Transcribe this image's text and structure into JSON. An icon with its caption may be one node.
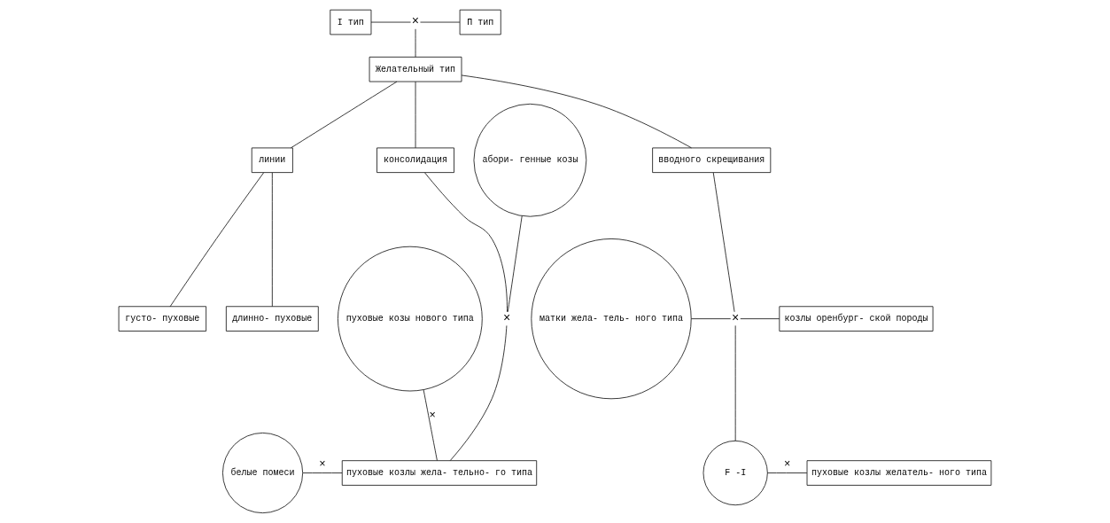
{
  "diagram": {
    "nodes": [
      {
        "text": [
          "I тип"
        ]
      },
      {
        "text": [
          "×"
        ]
      },
      {
        "text": [
          "П тип"
        ]
      },
      {
        "text": [
          "Желательный тип"
        ]
      },
      {
        "text": [
          "линии"
        ]
      },
      {
        "text": [
          "консолидация"
        ]
      },
      {
        "text": [
          "вводного скрещивания"
        ]
      },
      {
        "text": [
          "длинно- пуховые"
        ]
      },
      {
        "text": [
          "густо- пуховые"
        ]
      },
      {
        "text": [
          "абори- генные козы"
        ]
      },
      {
        "text": [
          "×"
        ]
      },
      {
        "text": [
          "матки жела- тель- ного типа"
        ]
      },
      {
        "text": [
          "×"
        ]
      },
      {
        "text": [
          "козлы оренбург- ской породы"
        ]
      },
      {
        "text": [
          "белые помеси"
        ]
      },
      {
        "text": [
          "пуховые козлы жела- тельно- го типа"
        ]
      },
      {
        "text": [
          "пуховые козы нового типа"
        ]
      },
      {
        "text": [
          "F -I"
        ]
      },
      {
        "text": [
          "пуховые козлы желатель- ного типа"
        ]
      }
    ],
    "edges": [
      {
        "from": 0,
        "to": 1,
        "arrow": "none"
      },
      {
        "from": 1,
        "to": 2,
        "arrow": "none"
      },
      {
        "from": 1,
        "to": 3,
        "arrow": "none"
      },
      {
        "from": 3,
        "to": 4,
        "arrow": "none"
      },
      {
        "from": 3,
        "to": 5,
        "arrow": "none"
      },
      {
        "from": 3,
        "to": 6,
        "arrow": "none"
      },
      {
        "from": 4,
        "to": 7,
        "arrow": "none"
      },
      {
        "from": 4,
        "to": 8,
        "arrow": "none"
      },
      {
        "from": 9,
        "to": 10,
        "arrow": "none"
      },
      {
        "from": 5,
        "to": 10,
        "arrow": "none"
      },
      {
        "from": 10,
        "to": 15,
        "arrow": "none"
      },
      {
        "from": 14,
        "to": 15,
        "arrow": "none",
        "label": "×"
      },
      {
        "from": 16,
        "to": 15,
        "arrow": "none",
        "label": "×"
      },
      {
        "from": 11,
        "to": 12,
        "arrow": "none"
      },
      {
        "from": 12,
        "to": 13,
        "arrow": "none"
      },
      {
        "from": 6,
        "to": 12,
        "arrow": "none"
      },
      {
        "from": 12,
        "to": 17,
        "arrow": "none"
      },
      {
        "from": 17,
        "to": 18,
        "arrow": "none",
        "label": "×"
      }
    ]
  }
}
